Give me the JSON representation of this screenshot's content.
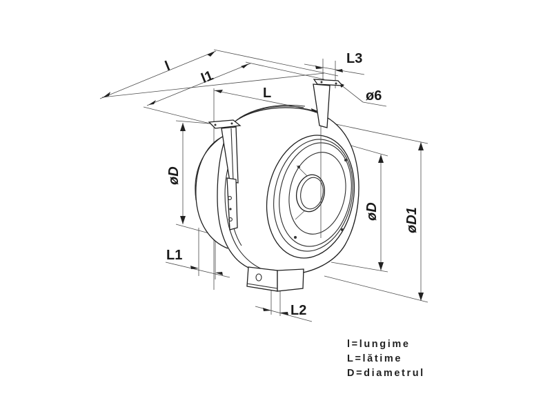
{
  "diagram": {
    "type": "technical-drawing",
    "subject": "inline centrifugal duct fan with mounting brackets",
    "colors": {
      "line": "#2a2a2a",
      "background": "#ffffff",
      "text": "#1a1a1a"
    },
    "dimension_labels": {
      "l": "l",
      "l1": "l1",
      "L": "L",
      "L1": "L1",
      "L2": "L2",
      "L3": "L3",
      "hole": "ø6",
      "D_left": "øD",
      "D_right": "øD",
      "D1": "øD1"
    }
  },
  "legend": {
    "items": [
      {
        "label": "l=lungime"
      },
      {
        "label": "L=lătime"
      },
      {
        "label": "D=diametrul"
      }
    ]
  }
}
